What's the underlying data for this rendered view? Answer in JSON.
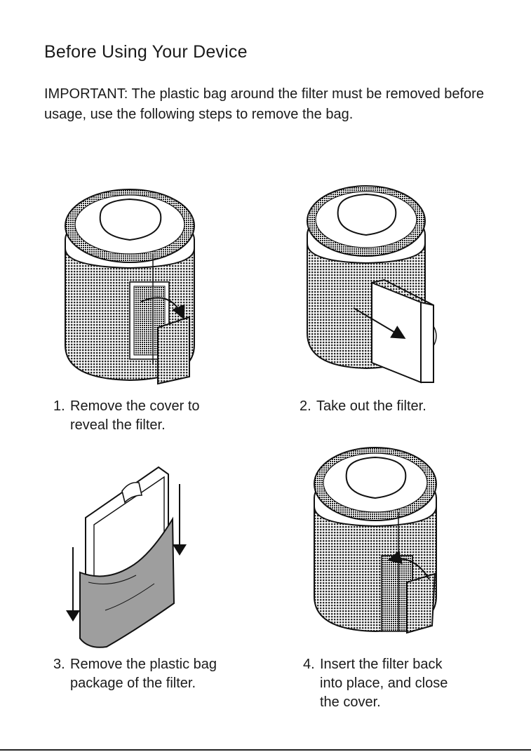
{
  "doc": {
    "title": "Before Using Your Device",
    "intro": "IMPORTANT: The plastic bag around the filter must be removed before usage, use the following steps to remove the bag."
  },
  "steps": [
    {
      "num": "1.",
      "lines": [
        "Remove the cover to",
        "reveal the filter."
      ],
      "icon": "purifier-cover-open"
    },
    {
      "num": "2.",
      "lines": [
        "Take out the filter."
      ],
      "icon": "filter-removal"
    },
    {
      "num": "3.",
      "lines": [
        "Remove the plastic bag",
        "package of the filter."
      ],
      "icon": "plastic-bag-removal"
    },
    {
      "num": "4.",
      "lines": [
        "Insert the filter back",
        "into place, and close",
        "the cover."
      ],
      "icon": "filter-insert-close"
    }
  ],
  "colors": {
    "ink": "#1a1a1a",
    "bag": "#9e9e9e",
    "body": "#ffffff"
  }
}
